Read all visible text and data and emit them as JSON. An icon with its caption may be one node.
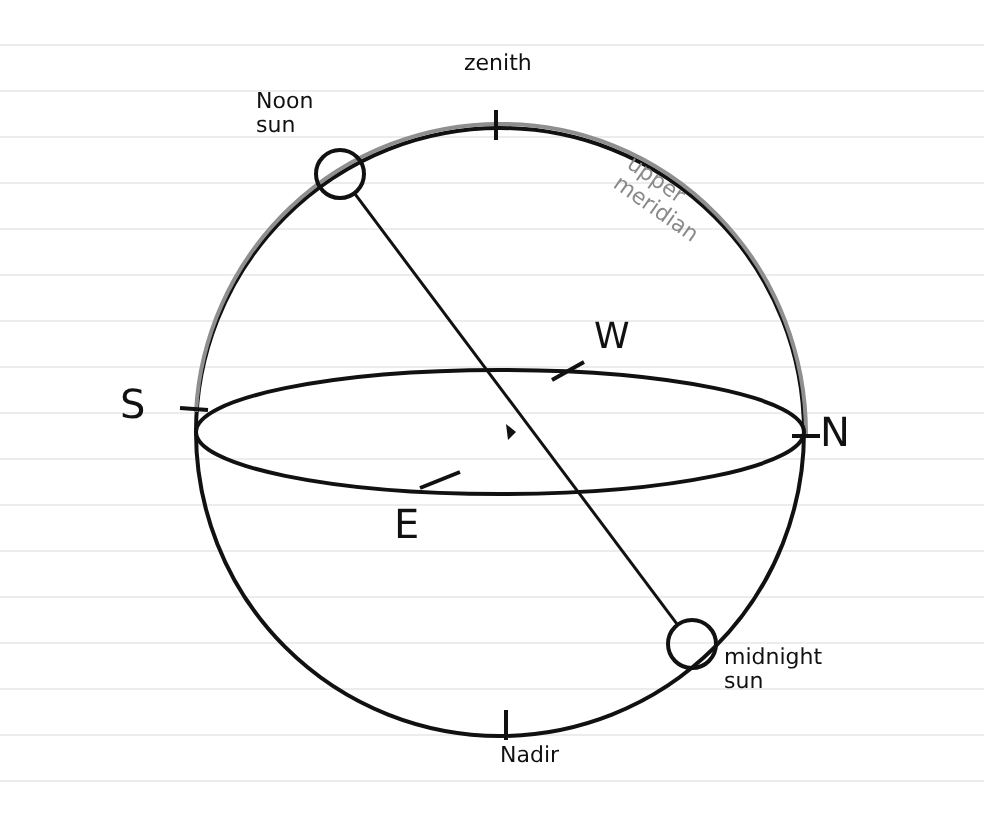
{
  "diagram": {
    "nodes": [
      {
        "text": [],
        "shape": "circle",
        "beside": [
          "Noon sun"
        ]
      },
      {
        "text": [],
        "shape": "circle",
        "beside": [
          "midnight sun"
        ]
      }
    ],
    "edges": [
      {
        "from": 0,
        "to": 1,
        "arrow": "none"
      }
    ],
    "labels": [
      "zenith",
      "upper meridian",
      "S",
      "W",
      "N",
      "E",
      "Nadir"
    ]
  }
}
